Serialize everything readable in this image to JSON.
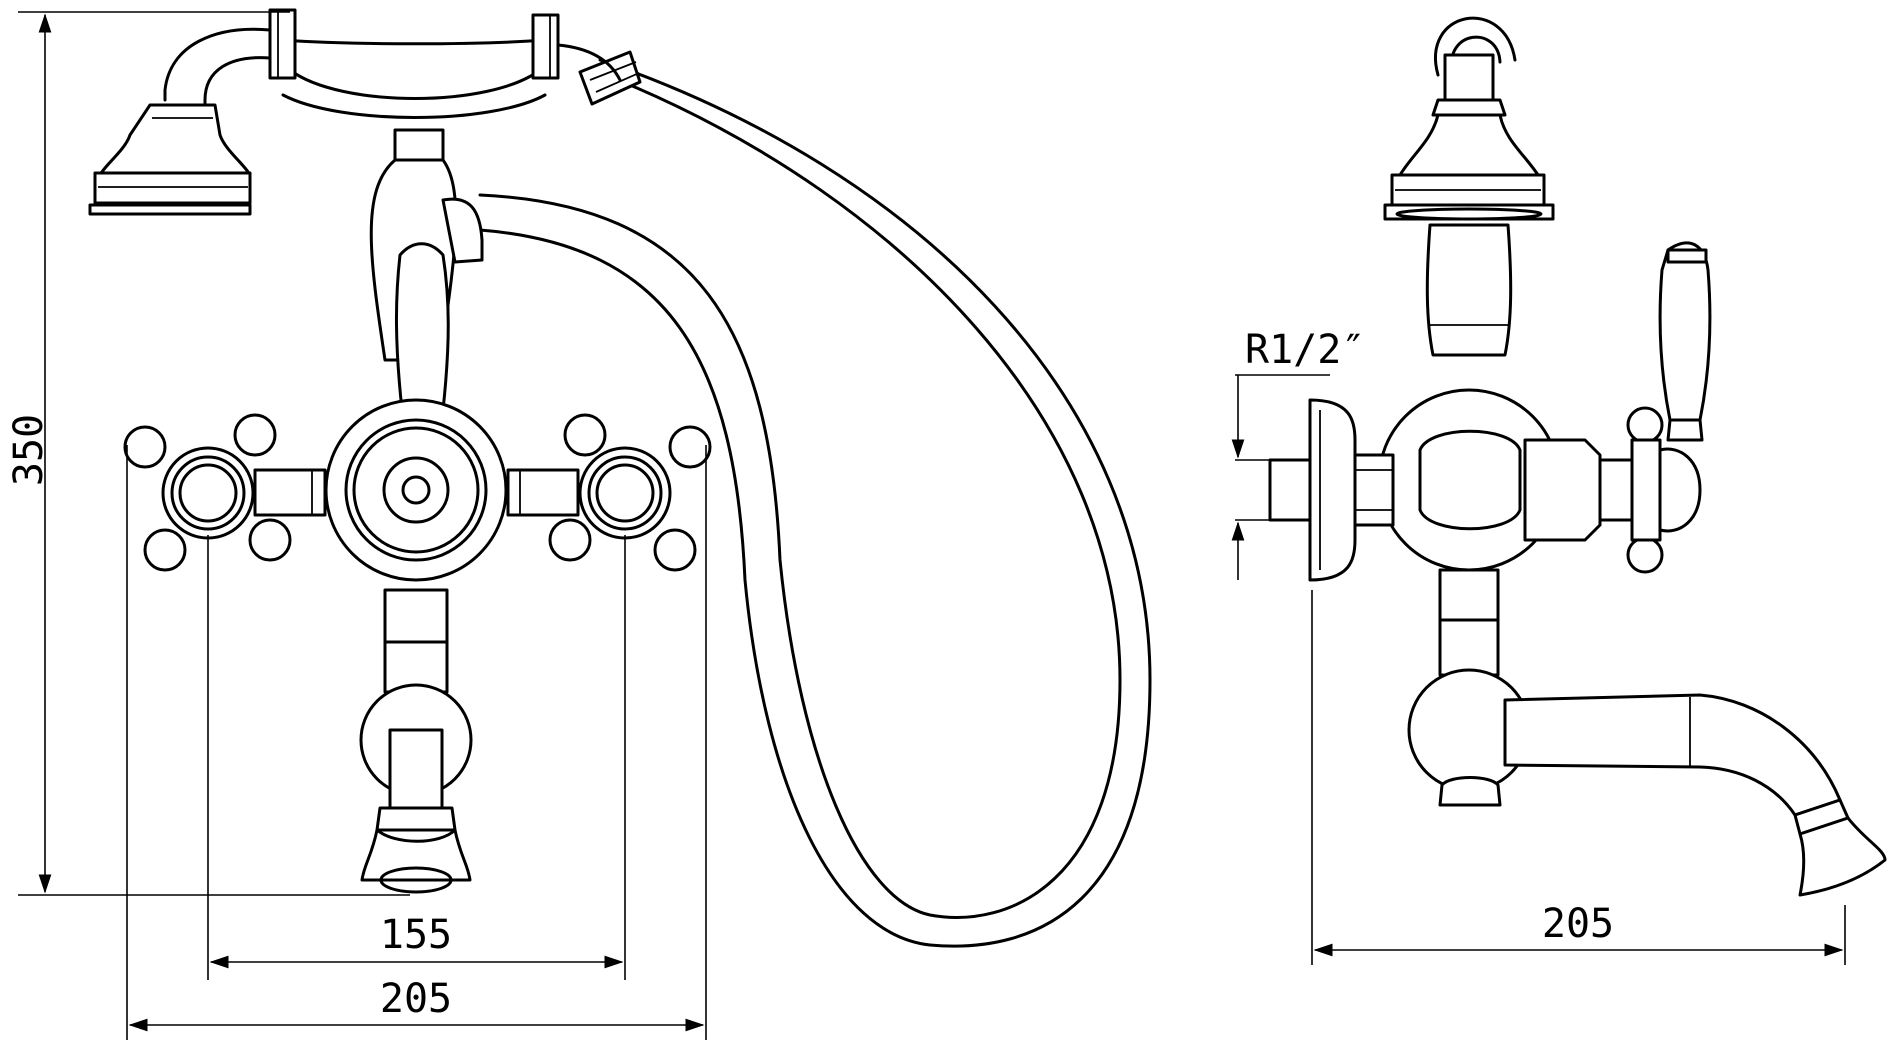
{
  "dimensions": {
    "height_total": "350",
    "inlet_spacing": "155",
    "front_width": "205",
    "side_projection": "205",
    "thread": "R1/2″"
  }
}
